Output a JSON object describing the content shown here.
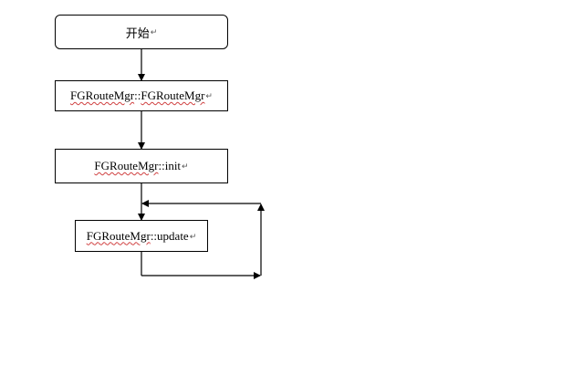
{
  "nodes": {
    "start": {
      "label": "开始",
      "mark": "↵"
    },
    "ctor": {
      "class": "FGRouteMgr",
      "sep": ":: ",
      "method": "FGRouteMgr",
      "mark": "↵"
    },
    "init": {
      "class": "FGRouteMgr",
      "sep": ":: ",
      "method": "init",
      "mark": "↵"
    },
    "update": {
      "class": "FGRouteMgr",
      "sep": ":: ",
      "method": "update",
      "mark": "↵"
    }
  },
  "colors": {
    "line": "#000000",
    "spellcheck_underline": "#d04040"
  }
}
